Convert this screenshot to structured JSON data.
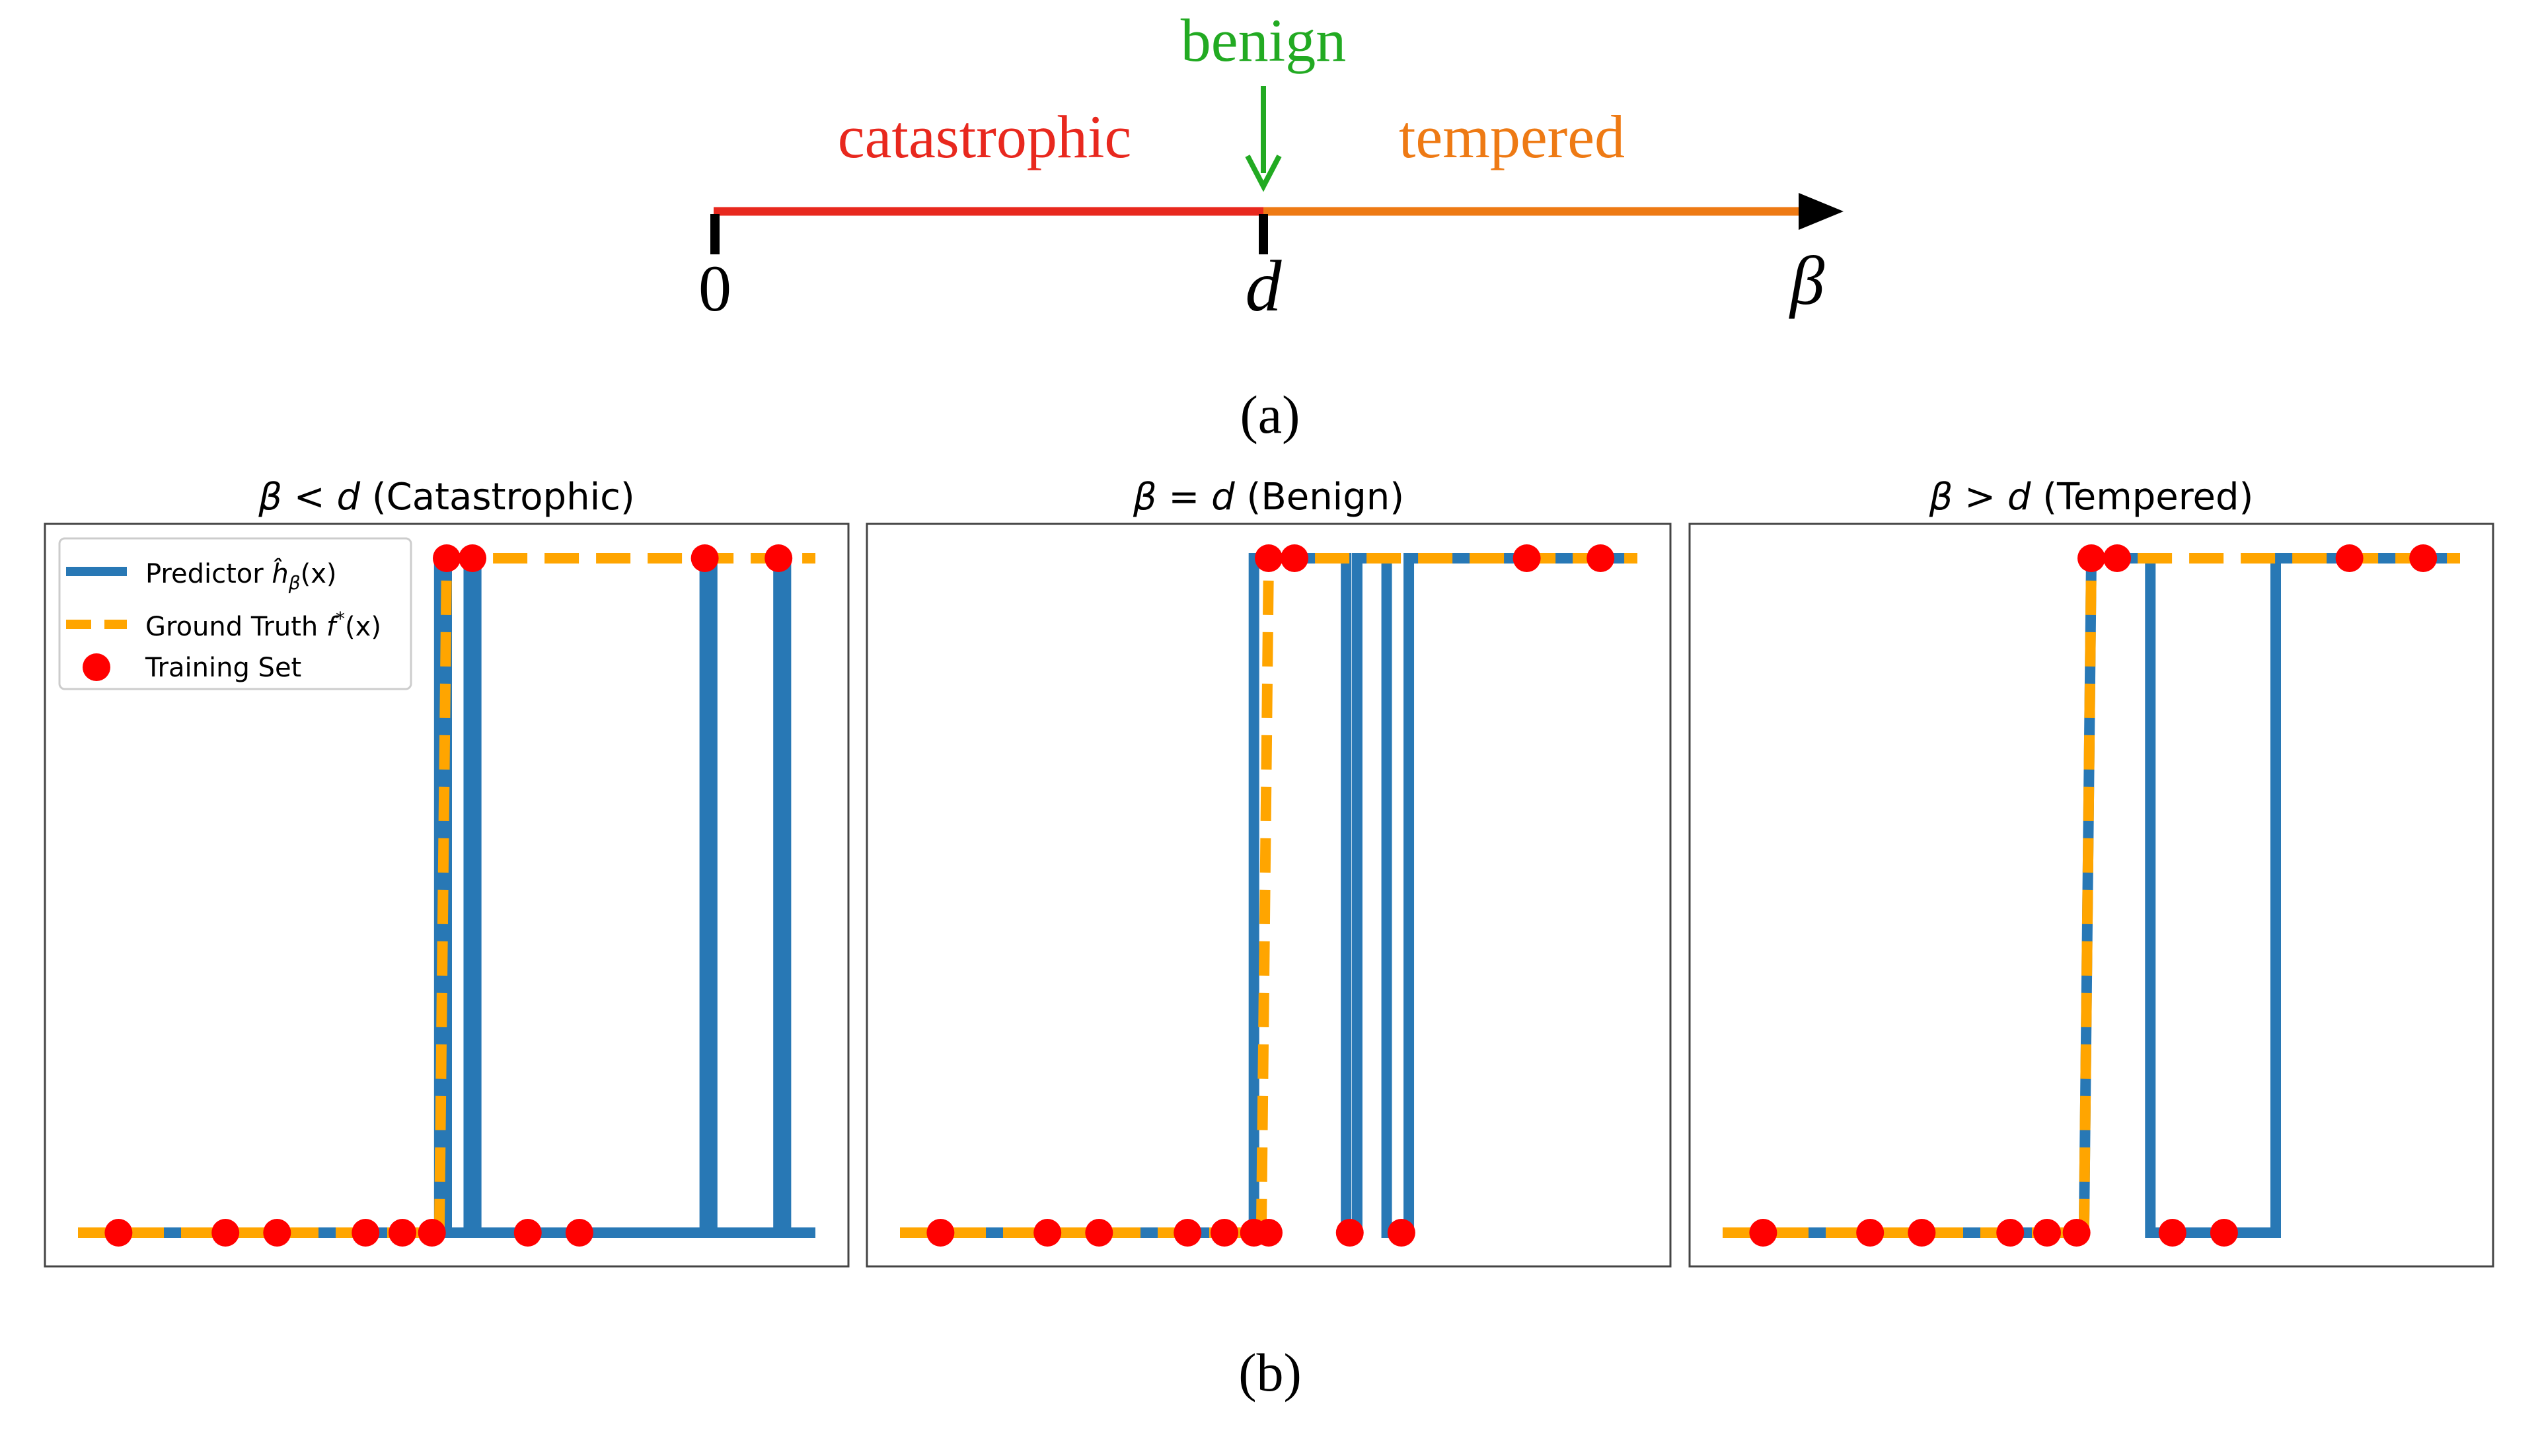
{
  "figure_a": {
    "label": "(a)",
    "regions": {
      "catastrophic": "catastrophic",
      "benign": "benign",
      "tempered": "tempered"
    },
    "ticks": {
      "zero": "0",
      "d": "d"
    },
    "axis_symbol": "β",
    "colors": {
      "catastrophic": "#e8281e",
      "benign": "#22aa22",
      "tempered": "#ee7a14",
      "axis": "#000000"
    }
  },
  "figure_b": {
    "label": "(b)",
    "legend": {
      "predictor": "Predictor",
      "predictor_math": "ĥ",
      "predictor_sub": "β",
      "predictor_arg": "(x)",
      "ground_truth": "Ground Truth",
      "ground_truth_math": "f",
      "ground_truth_sup": "*",
      "ground_truth_arg": "(x)",
      "training": "Training Set"
    },
    "colors": {
      "predictor": "#2878b5",
      "ground_truth": "#ffa500",
      "training": "#ff0000"
    },
    "panels": [
      {
        "title_math": "β < d",
        "title_text": "(Catastrophic)"
      },
      {
        "title_math": "β = d",
        "title_text": "(Benign)"
      },
      {
        "title_math": "β > d",
        "title_text": "(Tempered)"
      }
    ]
  },
  "chart_data": [
    {
      "type": "line",
      "title": "β < d (Catastrophic)",
      "xlim": [
        0,
        1
      ],
      "ylim": [
        0,
        1
      ],
      "series": [
        {
          "name": "Predictor ĥβ(x)",
          "x": [
            0,
            0.49,
            0.49,
            0.5,
            0.5,
            0.53,
            0.53,
            0.54,
            0.54,
            0.85,
            0.85,
            0.86,
            0.86,
            0.95,
            0.95,
            0.96,
            0.96,
            1.0
          ],
          "y": [
            0,
            0,
            1,
            1,
            0,
            0,
            1,
            1,
            0,
            0,
            1,
            1,
            0,
            0,
            1,
            1,
            0,
            0
          ]
        },
        {
          "name": "Ground Truth f*(x)",
          "x": [
            0,
            0.49,
            0.5,
            1.0
          ],
          "y": [
            0,
            0,
            1,
            1
          ]
        }
      ],
      "training_points": {
        "name": "Training Set",
        "x": [
          0.055,
          0.2,
          0.27,
          0.39,
          0.44,
          0.48,
          0.5,
          0.535,
          0.61,
          0.68,
          0.85,
          0.95
        ],
        "y": [
          0,
          0,
          0,
          0,
          0,
          0,
          1,
          1,
          0,
          0,
          1,
          1
        ]
      }
    },
    {
      "type": "line",
      "title": "β = d (Benign)",
      "xlim": [
        0,
        1
      ],
      "ylim": [
        0,
        1
      ],
      "series": [
        {
          "name": "Predictor ĥβ(x)",
          "x": [
            0,
            0.48,
            0.48,
            0.605,
            0.605,
            0.62,
            0.62,
            0.66,
            0.66,
            0.69,
            0.69,
            1.0
          ],
          "y": [
            0,
            0,
            1,
            1,
            0,
            0,
            1,
            1,
            0,
            0,
            1,
            1
          ]
        },
        {
          "name": "Ground Truth f*(x)",
          "x": [
            0,
            0.49,
            0.5,
            1.0
          ],
          "y": [
            0,
            0,
            1,
            1
          ]
        }
      ],
      "training_points": {
        "name": "Training Set",
        "x": [
          0.055,
          0.2,
          0.27,
          0.39,
          0.44,
          0.48,
          0.5,
          0.5,
          0.535,
          0.61,
          0.68,
          0.85,
          0.95
        ],
        "y": [
          0,
          0,
          0,
          0,
          0,
          0,
          0,
          1,
          1,
          0,
          0,
          1,
          1
        ]
      }
    },
    {
      "type": "line",
      "title": "β > d (Tempered)",
      "xlim": [
        0,
        1
      ],
      "ylim": [
        0,
        1
      ],
      "series": [
        {
          "name": "Predictor ĥβ(x)",
          "x": [
            0,
            0.49,
            0.5,
            0.58,
            0.58,
            0.75,
            0.75,
            1.0
          ],
          "y": [
            0,
            0,
            1,
            1,
            0,
            0,
            1,
            1
          ]
        },
        {
          "name": "Ground Truth f*(x)",
          "x": [
            0,
            0.49,
            0.5,
            1.0
          ],
          "y": [
            0,
            0,
            1,
            1
          ]
        }
      ],
      "training_points": {
        "name": "Training Set",
        "x": [
          0.055,
          0.2,
          0.27,
          0.39,
          0.44,
          0.48,
          0.5,
          0.535,
          0.61,
          0.68,
          0.85,
          0.95
        ],
        "y": [
          0,
          0,
          0,
          0,
          0,
          0,
          1,
          1,
          0,
          0,
          1,
          1
        ]
      }
    }
  ]
}
